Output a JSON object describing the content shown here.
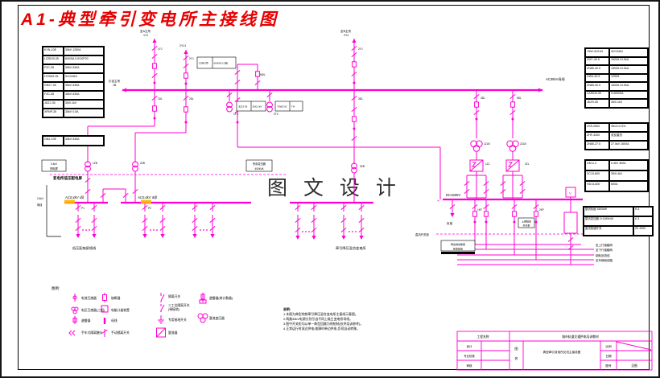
{
  "title": "A1-典型牵引变电所主接线图",
  "watermark": "图 文 设 计",
  "bus": {
    "ac_label": "AC35kV母线",
    "source_l1": "引自主所",
    "source_l2": "1B",
    "dc_label": "DC1500V",
    "plus": "+"
  },
  "feeders": {
    "f1_l1": "至A主所",
    "f1_l2": "1YJ",
    "f2": "2YJ1",
    "f3_l1": "至B主所",
    "f3_l2": "2YJ"
  },
  "lv": {
    "panel": "变电所低压配电屏",
    "bus1": "AC0.4kV Ⅰ段",
    "bus2": "AC0.4kV Ⅱ段",
    "feeder_caption": "低压配电屏馈线",
    "mix_caption": "牵引降压混合变电所",
    "side1": "0.4kV",
    "side2": "母线"
  },
  "dc": {
    "neg": "负极",
    "panel": "直流开关柜",
    "regen_l1": "再生制动能量",
    "regen_l2": "吸收装置",
    "iso_l1": "上网隔离",
    "iso_l2": "开关柜",
    "meter": "V",
    "out": [
      "至上行接触网",
      "至下行接触网",
      "钢轨回流线",
      "至车辆段线路"
    ]
  },
  "boxes": {
    "lgb_a": "LGB-35",
    "lgb_b": "600/5A 0.5级",
    "pt1_a": "JDZJ-35",
    "pt1_b": "35/0.1kV",
    "pt2_a": "Y5WZ-51",
    "pt2_b": "TH",
    "st_l1": "所用变压器",
    "st_l2": "400kVA",
    "lvbox_l1": "0.4kV",
    "lvbox_l2": "配电屏"
  },
  "tags": [
    "1YJ",
    "1DL",
    "2YJ",
    "2DL",
    "MDL",
    "1TV",
    "2TV",
    "2YJ",
    "3DL",
    "1ZB",
    "2ZB",
    "3ZB",
    "4DL",
    "5DL",
    "1ZLB",
    "2ZLB",
    "1ZL",
    "2ZL",
    "1KF",
    "2KF",
    "P1",
    "P2"
  ],
  "left_table1": {
    "rows": [
      [
        "KYN-10E",
        "35kV 1250A"
      ],
      [
        "LZZBJ9-35",
        "600/5A 0.5/10P20"
      ],
      [
        "FZC-35",
        "35kV 630A"
      ],
      [
        "HY5WZ-51",
        "51/134kV"
      ],
      [
        "GN27-35",
        "35kV 630A"
      ],
      [
        "FZC-35",
        "35kV 630A"
      ],
      [
        "JDZJ-35",
        "35/0.1kV"
      ],
      [
        "XRNP-35",
        "35kV 0.5A"
      ]
    ]
  },
  "left_table2": {
    "rows": [
      [
        "GN2-10E",
        "35kV 630A"
      ]
    ]
  },
  "right_table1": {
    "rows": [
      [
        "Y5W-42/134",
        "42/134kV"
      ],
      [
        "ZW7-40.5",
        "1600A 31.5kA"
      ],
      [
        "ZN85-40.5",
        "1600A 31.5kA"
      ],
      [
        "GW4-40.5",
        "1250A"
      ],
      [
        "ZN85-40.5",
        "1600A 31.5kA"
      ],
      [
        "LZZBJ9-35",
        "2×600/5A"
      ],
      [
        "JDZ9-35",
        "35/0.1kV"
      ]
    ]
  },
  "right_table2": {
    "rows": [
      [
        "ZSS-2600",
        "35±2×2.5%"
      ],
      [
        "ZHF-3300",
        "双反星形"
      ],
      [
        "ZN85-27.5",
        "27.5kV 1600A"
      ]
    ]
  },
  "right_table3": {
    "rows": [
      [
        "GM-0.4",
        "0.4kV 400A"
      ],
      [
        "SC10-800",
        "35/0.4kV"
      ],
      [
        "HD13-600",
        "600A"
      ]
    ]
  },
  "right_table4": {
    "rows": [
      [
        "整流机组 3300kW",
        "K-4"
      ],
      [
        "整流变压器 2×1180kVA",
        "K-3"
      ],
      [
        "直流快速开关",
        "ZK-2000"
      ]
    ]
  },
  "legend": {
    "title": "图例:",
    "items": [
      {
        "label": "电流互感器"
      },
      {
        "label": "电压互感器(三相)"
      },
      {
        "label": "避雷器"
      },
      {
        "label": "手车式隔离触头"
      },
      {
        "label": "熔断器"
      },
      {
        "label": "电能计量装置"
      },
      {
        "label": "母线"
      },
      {
        "label": "手动隔离开关"
      },
      {
        "label": "隔离开关"
      },
      {
        "label": "三工位隔离开关",
        "label2": "(带接地)"
      },
      {
        "label": "专用接地开关"
      },
      {
        "label": "整流器"
      },
      {
        "label": "避雷器(带计数器)"
      },
      {
        "label": "整流变压器"
      }
    ]
  },
  "notes": {
    "title": "说明:",
    "lines": [
      "1.本图为典型地铁牵引降压混合变电所主接线示意图。",
      "2.两路35kV电源分别引自不同上级主变电所母线。",
      "3.图中开关柜均以单一典型回路为例绘制(仅供培训参考)。",
      "4.正常运行时双边供电;故障时单边供电,负荷自动转移。"
    ]
  },
  "title_block": {
    "project": "工程名称",
    "org": "城市轨道交通供电培训教材",
    "row1": "设计",
    "row2": "专业校核",
    "row3": "审核",
    "fig1": "图",
    "fig2": "名",
    "drawing_name": "典型牵引变电所交流主接线图",
    "scale": "比例",
    "date": "日期",
    "number": "图号",
    "number_value": "见图"
  }
}
